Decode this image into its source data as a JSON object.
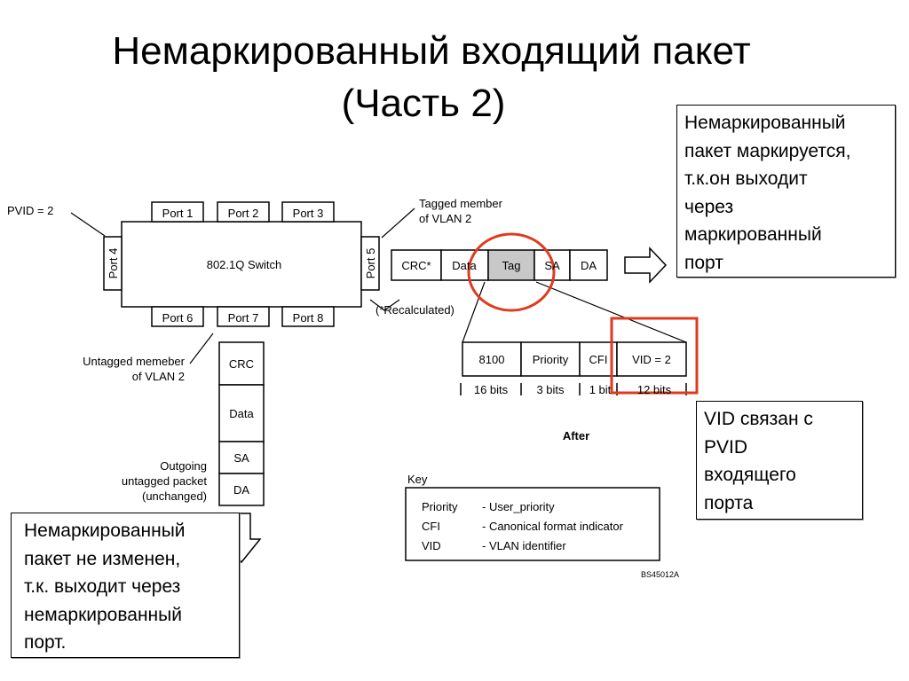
{
  "title": {
    "line1": "Немаркированный входящий пакет",
    "line2": "(Часть 2)"
  },
  "switch": {
    "name": "802.1Q Switch",
    "ports_top": [
      "Port 1",
      "Port 2",
      "Port 3"
    ],
    "ports_bottom": [
      "Port 6",
      "Port 7",
      "Port 8"
    ],
    "port_left": "Port 4",
    "port_right": "Port 5"
  },
  "labels": {
    "pvid": "PVID = 2",
    "tagged_1": "Tagged member",
    "tagged_2": "of VLAN 2",
    "untagged_1": "Untagged memeber",
    "untagged_2": "of VLAN 2",
    "recalc": "(*Recalculated)",
    "outgoing_1": "Outgoing",
    "outgoing_2": "untagged packet",
    "outgoing_3": "(unchanged)",
    "after": "After",
    "code": "BS45012A"
  },
  "tagged_frame": [
    "CRC*",
    "Data",
    "Tag",
    "SA",
    "DA"
  ],
  "tag_fields": [
    "8100",
    "Priority",
    "CFI",
    "VID = 2"
  ],
  "tag_bits": [
    "16 bits",
    "3 bits",
    "1 bit",
    "12 bits"
  ],
  "untagged_frame": [
    "CRC",
    "Data",
    "SA",
    "DA"
  ],
  "key": {
    "title": "Key",
    "rows": [
      {
        "term": "Priority",
        "desc": "- User_priority"
      },
      {
        "term": "CFI",
        "desc": "- Canonical format indicator"
      },
      {
        "term": "VID",
        "desc": "- VLAN identifier"
      }
    ]
  },
  "callouts": {
    "tagged": [
      "Немаркированный",
      "пакет маркируется,",
      "т.к.он выходит",
      "через",
      "маркированный",
      "порт"
    ],
    "vid": [
      "VID связан с",
      "PVID",
      "входящего",
      "порта"
    ],
    "untagged": [
      "Немаркированный",
      "пакет не изменен,",
      "т.к. выходит через",
      "немаркированный",
      "порт."
    ]
  },
  "colors": {
    "highlight": "#e03a1e",
    "tag_fill": "#c8c8c8"
  }
}
